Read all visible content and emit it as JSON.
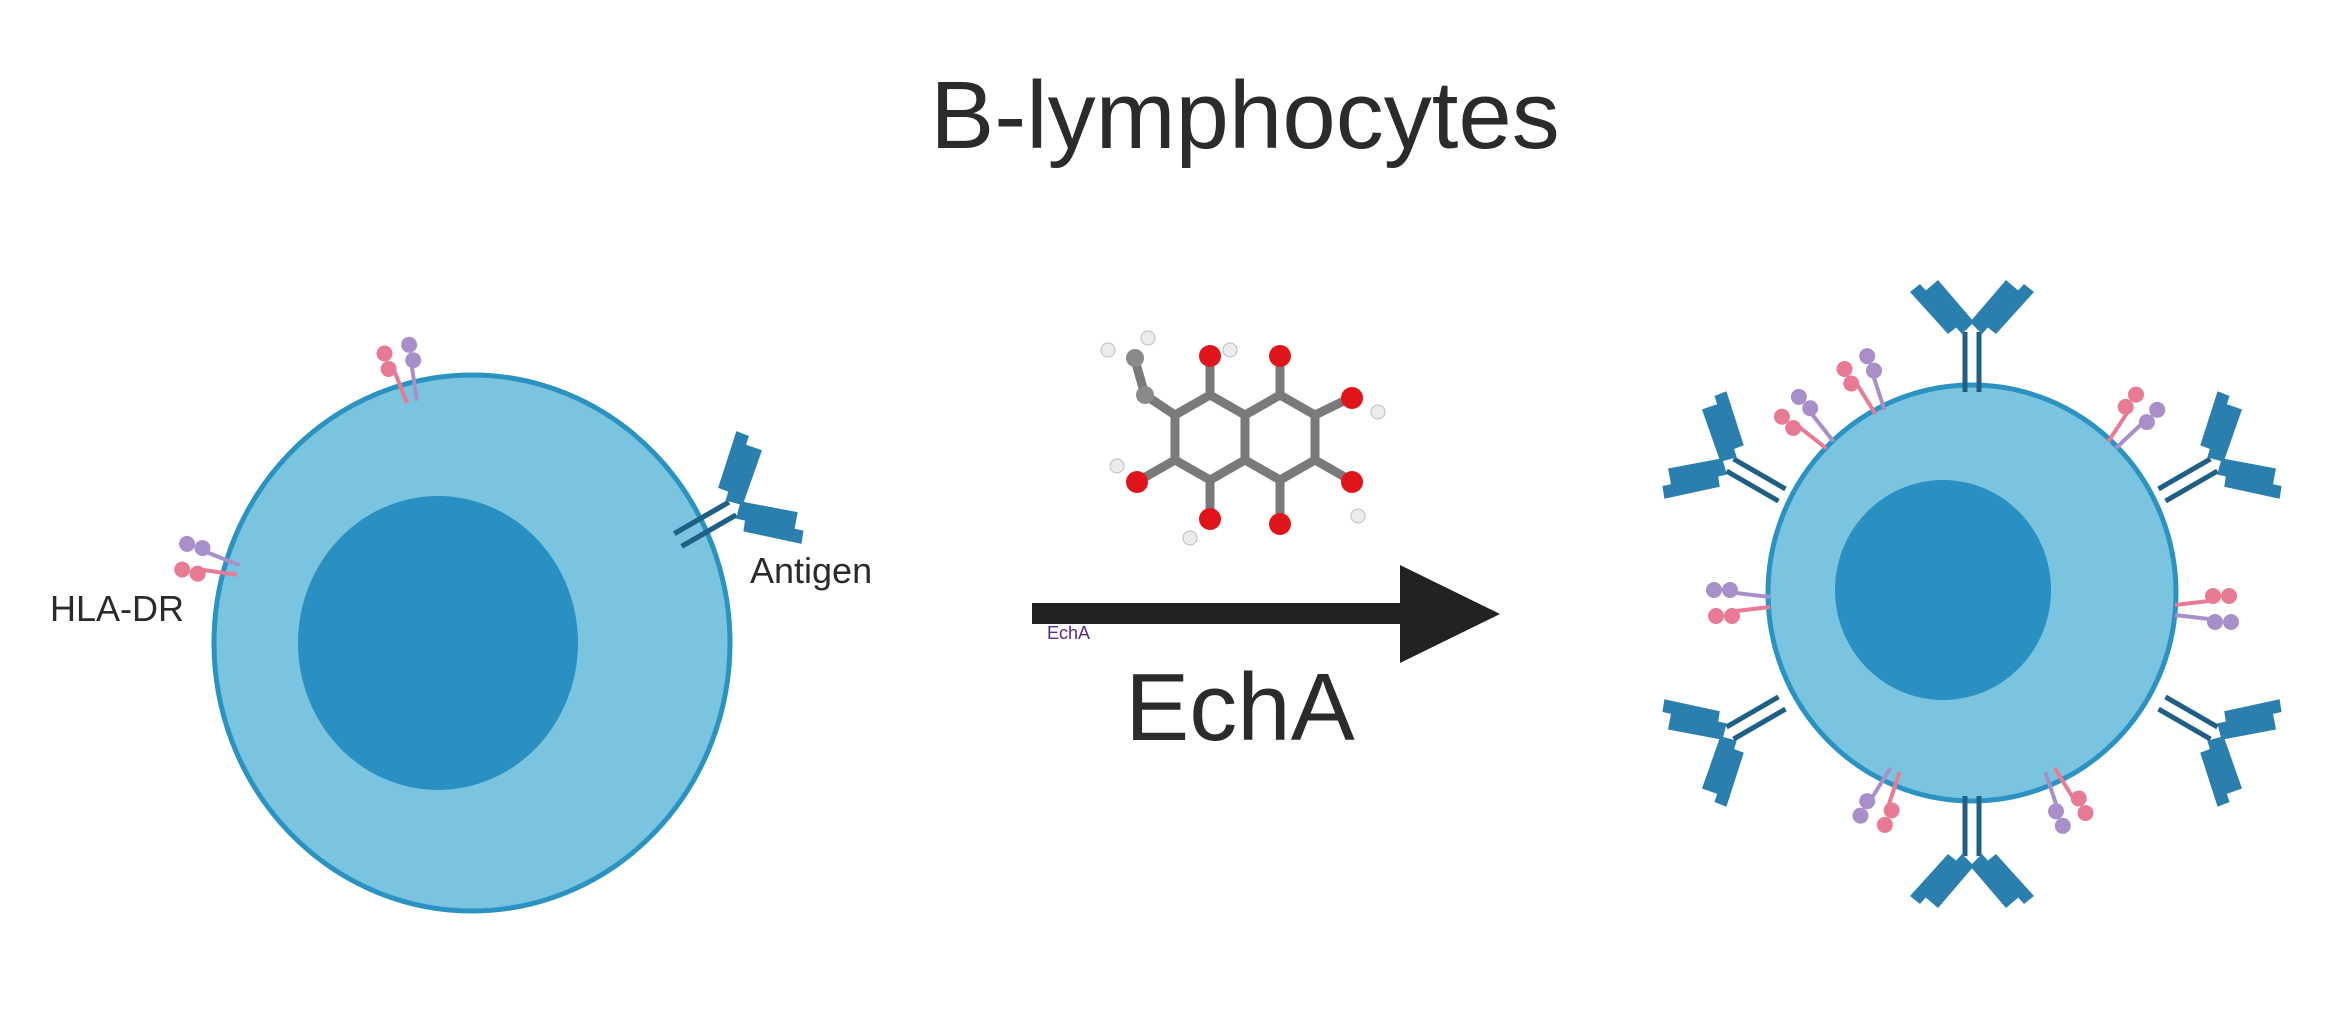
{
  "title": "B-lymphocytes",
  "labels": {
    "hla_dr": "HLA-DR",
    "antigen": "Antigen"
  },
  "arrow": {
    "label": "EchA",
    "small_label": "EchA"
  },
  "colors": {
    "cell_outer": "#7bc4e0",
    "cell_border": "#2a93c1",
    "nucleus": "#2a8fc1",
    "antibody": "#2a7fae",
    "hla_pink": "#e87a94",
    "hla_purple": "#a98fc9",
    "arrow": "#222222",
    "atom_carbon": "#8a8a8a",
    "atom_oxygen": "#e0151b",
    "atom_hydrogen": "#ececec"
  },
  "icons": {
    "antibody": "y-shaped-antibody-icon",
    "hla": "hla-dr-receptor-icon",
    "molecule": "echinochrome-molecule-icon"
  }
}
